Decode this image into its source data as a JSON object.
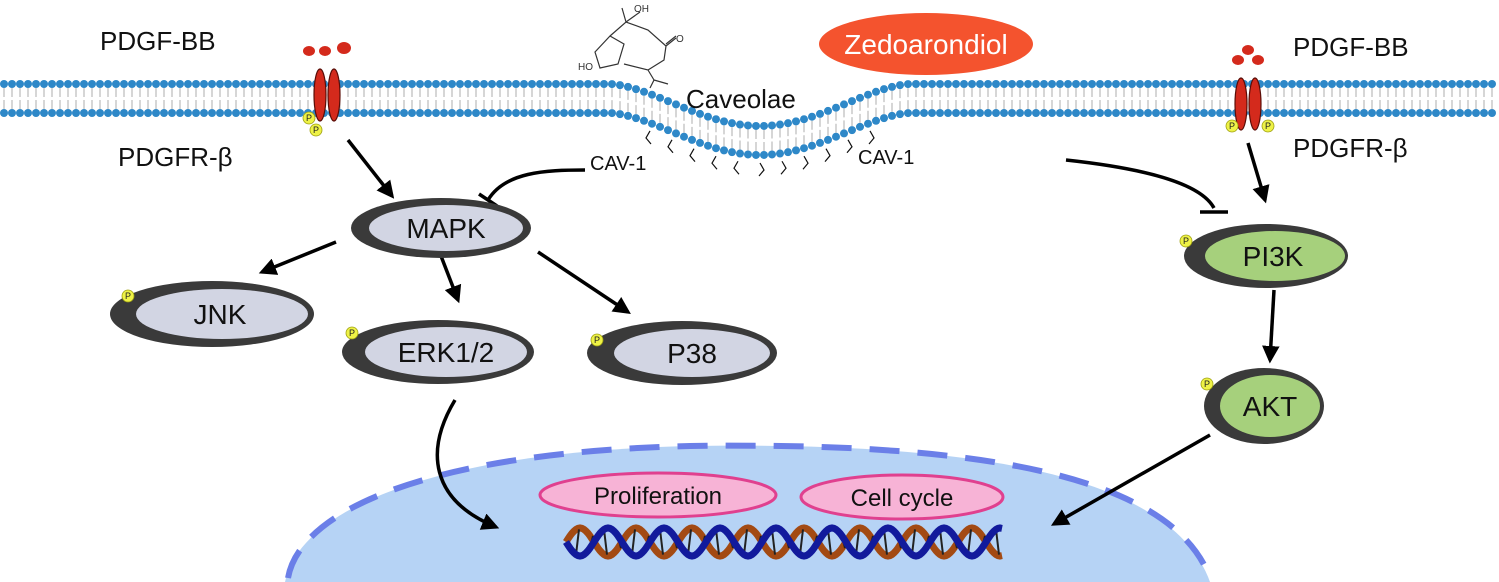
{
  "labels": {
    "ligand_left": "PDGF-BB",
    "ligand_right": "PDGF-BB",
    "receptor_left": "PDGFR-β",
    "receptor_right": "PDGFR-β",
    "drug": "Zedoarondiol",
    "caveolae": "Caveolae",
    "cav1_left": "CAV-1",
    "cav1_right": "CAV-1",
    "phospho": "P"
  },
  "molecule": {
    "oh_top": "OH",
    "oh_bottom": "HO",
    "ketone_o": "O"
  },
  "nodes": {
    "mapk": "MAPK",
    "jnk": "JNK",
    "erk": "ERK1/2",
    "p38": "P38",
    "pi3k": "PI3K",
    "akt": "AKT"
  },
  "outcomes": {
    "proliferation": "Proliferation",
    "cell_cycle": "Cell cycle"
  },
  "colors": {
    "membrane_head": "#2e88c8",
    "receptor": "#d42a1c",
    "ligand": "#d42a1c",
    "drug_fill": "#f4532e",
    "node_grey_fill": "#d2d5e3",
    "node_green_fill": "#a6d07c",
    "node_ring": "#3a3a3a",
    "nucleus_fill": "#b6d3f5",
    "nucleus_dash": "#6b7fe8",
    "outcome_fill": "#f7b3d6",
    "outcome_stroke": "#e0408f",
    "dna_blue": "#121a9c",
    "dna_brown": "#a34a13",
    "phospho_fill": "#eef246"
  }
}
